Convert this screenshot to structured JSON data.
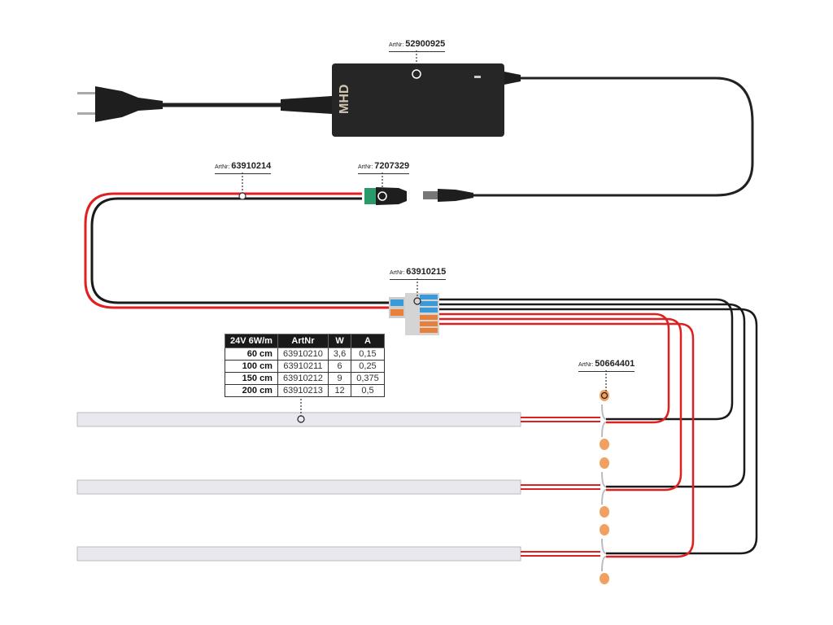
{
  "labels": {
    "prefix": "ArtNr:",
    "power_supply": "52900925",
    "cable": "63910214",
    "dc_connector": "7207329",
    "distributor": "63910215",
    "splice_connector": "50664401"
  },
  "brand": "MHD",
  "spec_table": {
    "headers": [
      "24V 6W/m",
      "ArtNr",
      "W",
      "A"
    ],
    "rows": [
      [
        "60 cm",
        "63910210",
        "3,6",
        "0,15"
      ],
      [
        "100 cm",
        "63910211",
        "6",
        "0,25"
      ],
      [
        "150 cm",
        "63910212",
        "9",
        "0,375"
      ],
      [
        "200 cm",
        "63910213",
        "12",
        "0,5"
      ]
    ]
  },
  "colors": {
    "wire_red": "#e02020",
    "wire_black": "#1a1a1a",
    "adapter": "#262626",
    "connector_green": "#2a9a6a",
    "wago_blue": "#3a9ad8",
    "wago_orange": "#e8803a",
    "splice_orange": "#f0a060"
  }
}
